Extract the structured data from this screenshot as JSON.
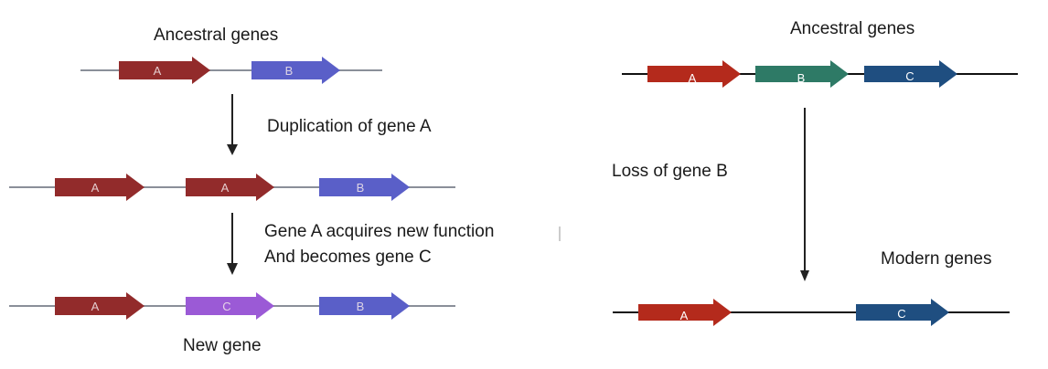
{
  "left_panel": {
    "ancestral_label": "Ancestral genes",
    "duplication_label": "Duplication of gene A",
    "function_line1": "Gene A acquires new function",
    "function_line2": "And becomes gene C",
    "new_gene_label": "New gene",
    "row1_genes": [
      "A",
      "B"
    ],
    "row2_genes": [
      "A",
      "A",
      "B"
    ],
    "row3_genes": [
      "A",
      "C",
      "B"
    ]
  },
  "right_panel": {
    "ancestral_label": "Ancestral genes",
    "loss_label": "Loss of gene B",
    "modern_label": "Modern genes",
    "row1_genes": [
      "A",
      "B",
      "C"
    ],
    "row2_genes": [
      "A",
      "C"
    ]
  },
  "colors": {
    "gene_a_left": "#922b2b",
    "gene_b_left": "#5a5fc8",
    "gene_c_left": "#9b5ad6",
    "gene_a_right": "#b42a1c",
    "gene_b_right": "#2e7a66",
    "gene_c_right": "#1f4e80",
    "chromosome_left": "#8a8f99",
    "chromosome_right": "#111111"
  }
}
